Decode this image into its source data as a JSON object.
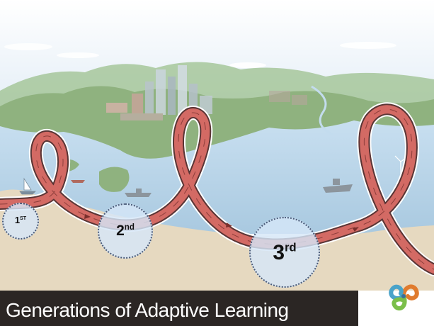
{
  "title": "Generations of Adaptive Learning",
  "generations": [
    {
      "number": "1",
      "suffix": "ST"
    },
    {
      "number": "2",
      "suffix": "nd"
    },
    {
      "number": "3",
      "suffix": "rd"
    }
  ],
  "colors": {
    "sky": "#eaf3fb",
    "water": "#b8d5e8",
    "land": "#95b88a",
    "sand": "#e8dcc3",
    "ribbon": "#d36a64",
    "ribbon_edge": "#f2f2f2",
    "title_bar": "#2b2624",
    "circle_fill": "#d6e6f8"
  },
  "icons": {
    "logo": "triskelion-logo-icon",
    "boat": "sailboat-icon",
    "ship": "ship-icon",
    "turbine": "wind-turbine-icon"
  }
}
